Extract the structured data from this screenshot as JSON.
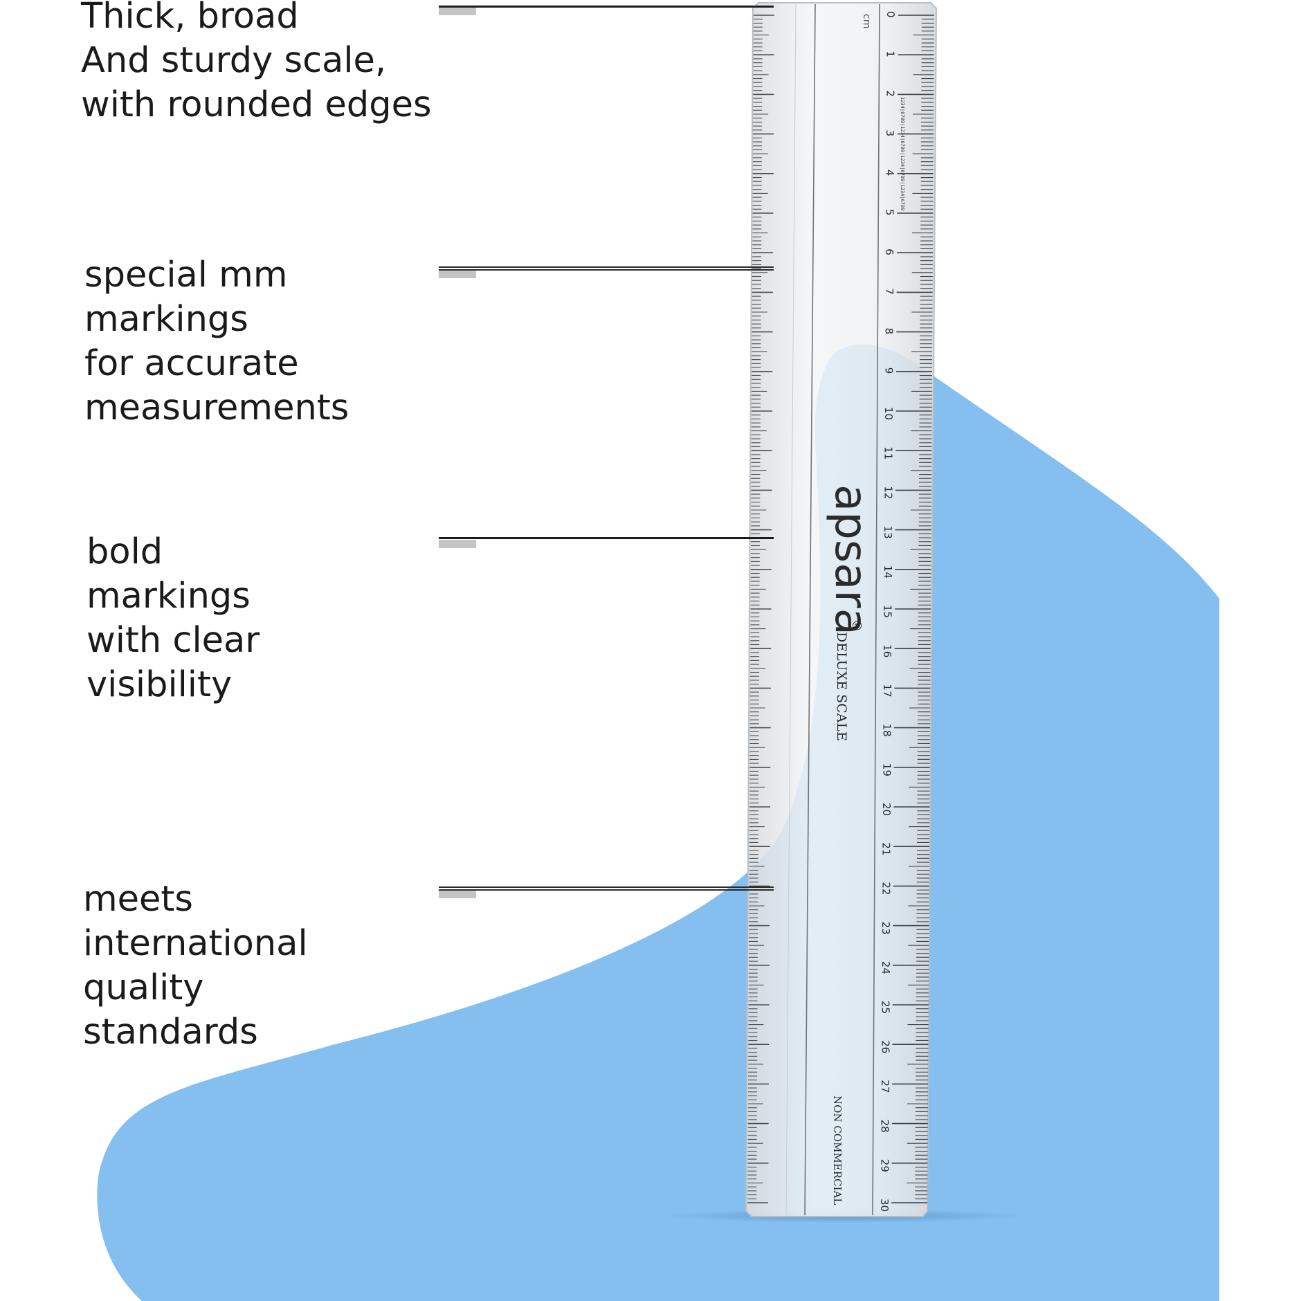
{
  "features": [
    {
      "id": "sturdy",
      "lines": [
        "Thick, broad",
        "And sturdy scale,",
        "with rounded edges"
      ]
    },
    {
      "id": "mm",
      "lines": [
        "special mm",
        "markings",
        "for accurate",
        "measurements"
      ]
    },
    {
      "id": "bold",
      "lines": [
        "bold",
        "markings",
        "with clear",
        "visibility"
      ]
    },
    {
      "id": "quality",
      "lines": [
        "meets",
        "international",
        "quality",
        "standards"
      ]
    }
  ],
  "ruler": {
    "brand": "apsara",
    "registered_mark": "®",
    "product": "DELUXE SCALE",
    "note": "NON COMMERCIAL",
    "unit": "cm",
    "cm_labels": [
      "0",
      "1",
      "2",
      "3",
      "4",
      "5",
      "6",
      "7",
      "8",
      "9",
      "10",
      "11",
      "12",
      "13",
      "14",
      "15",
      "16",
      "17",
      "18",
      "19",
      "20",
      "21",
      "22",
      "23",
      "24",
      "25",
      "26",
      "27",
      "28",
      "29",
      "30"
    ],
    "vernier_text": "1234|6789|1234|6789|1234|6789|1234|6789"
  },
  "colors": {
    "accent_blob": "#84bff0",
    "ruler_body": "#e9ecef",
    "text": "#1a1a1a"
  }
}
